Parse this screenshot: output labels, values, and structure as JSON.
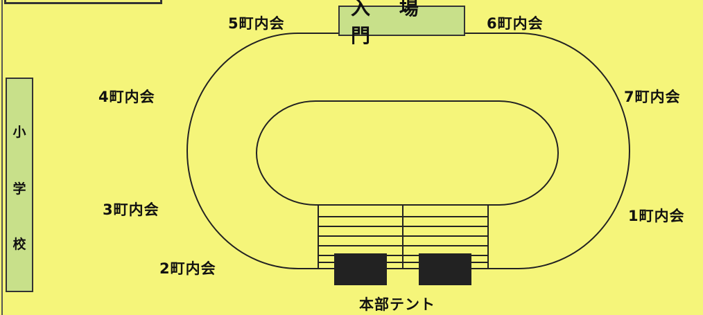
{
  "gate": {
    "label": "入 場 門"
  },
  "school": {
    "chars": [
      "小",
      "学",
      "校"
    ]
  },
  "tent": {
    "label": "本部テント"
  },
  "districts": {
    "d1": "1町内会",
    "d2": "2町内会",
    "d3": "3町内会",
    "d4": "4町内会",
    "d5": "5町内会",
    "d6": "6町内会",
    "d7": "7町内会"
  },
  "colors": {
    "background": "#f5f57a",
    "box_fill": "#c8e08a",
    "track_line": "#222222",
    "tent_fill": "#222222"
  }
}
